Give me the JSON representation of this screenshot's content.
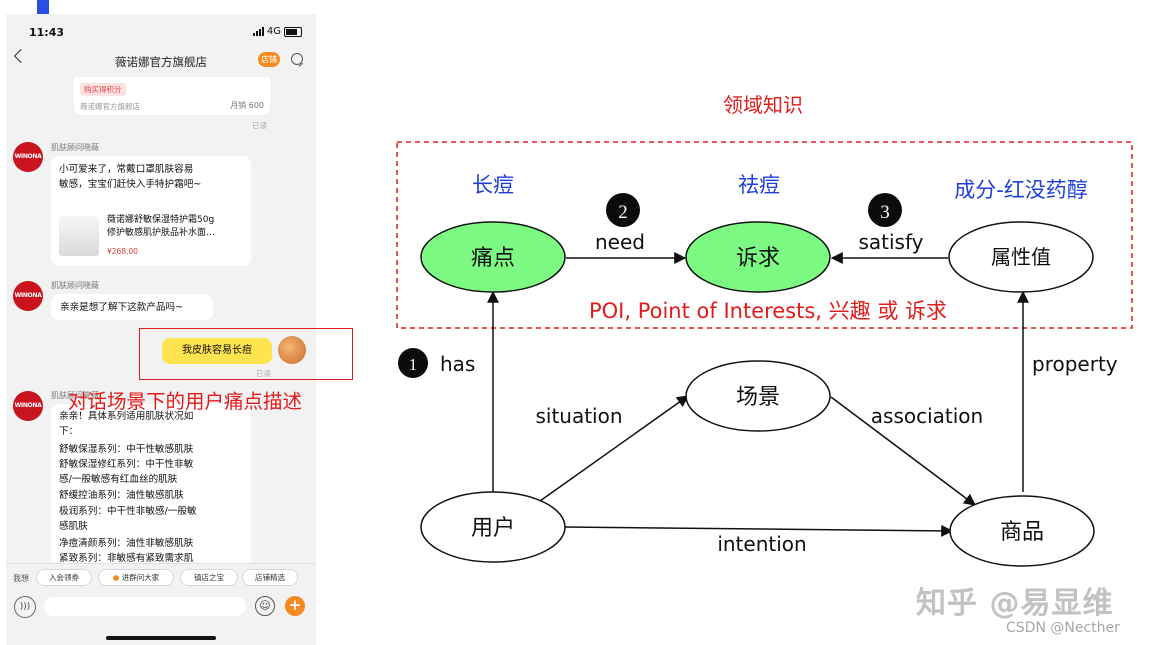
{
  "phone": {
    "time": "11:43",
    "network": "4G",
    "shop_name": "薇诺娜官方旗舰店",
    "store_badge": "店铺",
    "order_card": {
      "tag": "购买得积分",
      "shop": "薇诺娜官方旗舰店",
      "sales": "月销 600"
    },
    "read_label": "已读",
    "messages": [
      {
        "sender": "肌肤顾问晓薇",
        "lines": [
          "小可爱来了，常戴口罩肌肤容易",
          "敏感，宝宝们赶快入手特护霜吧~"
        ],
        "product": {
          "title_lines": [
            "薇诺娜舒敏保湿特护霜50g",
            "修护敏感肌护肤品补水面…"
          ],
          "price": "¥268.00"
        }
      },
      {
        "sender": "肌肤顾问晓薇",
        "lines": [
          "亲亲是想了解下这款产品吗~"
        ]
      },
      {
        "sender": "肌肤顾问晓薇",
        "lines": [
          "亲亲！具体系列适用肌肤状况如",
          "下：",
          "舒敏保湿系列：中干性敏感肌肤",
          "舒敏保湿修红系列：中干性非敏",
          "感/一般敏感有红血丝的肌肤",
          "舒缓控油系列：油性敏感肌肤",
          "极润系列：中干性非敏感/一般敏",
          "感肌肤",
          "净痘清颜系列：油性非敏感肌肤",
          "紧致系列：非敏感有紧致需求肌"
        ]
      }
    ],
    "avatar_text": "WINONA",
    "my_message": "我皮肤容易长痘",
    "quick_label": "我想",
    "quick_chips": [
      "入会领券",
      "进群问大家",
      "镇店之宝",
      "店铺精选"
    ]
  },
  "callout": "对话场景下的用户痛点描述",
  "diagram": {
    "domain_title": "领域知识",
    "nodes": {
      "pain": "痛点",
      "need": "诉求",
      "attr": "属性值",
      "scene": "场景",
      "user": "用户",
      "product": "商品"
    },
    "node_notes": {
      "pain": "长痘",
      "need": "祛痘",
      "attr": "成分-红没药醇"
    },
    "edges": {
      "need": "need",
      "satisfy": "satisfy",
      "has": "has",
      "situation": "situation",
      "association": "association",
      "property": "property",
      "intention": "intention"
    },
    "steps": [
      "1",
      "2",
      "3"
    ],
    "poi_note": "POI, Point of Interests, 兴趣 或 诉求",
    "colors": {
      "accent_red": "#e21b1b",
      "note_blue": "#1f3fd6",
      "node_green": "#7dfa82"
    }
  },
  "watermark": "知乎 @易显维",
  "csdn": "CSDN @Necther"
}
